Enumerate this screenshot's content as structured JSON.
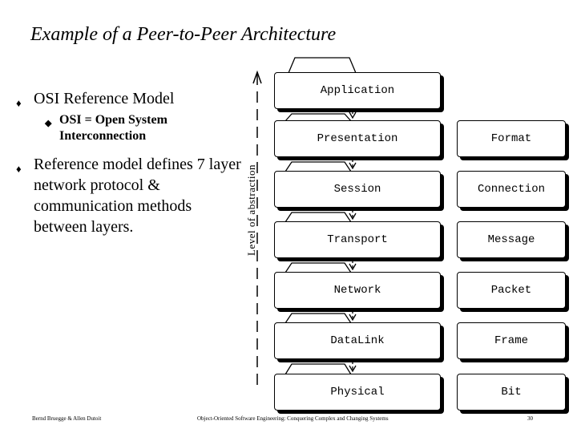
{
  "slide": {
    "title": "Example of a Peer-to-Peer Architecture",
    "bullets": [
      {
        "level": 1,
        "text": "OSI Reference Model"
      },
      {
        "level": 2,
        "text": "OSI = Open System Interconnection"
      },
      {
        "level": 1,
        "text": "Reference model defines 7 layer network protocol & communication methods between layers."
      }
    ],
    "axis_label": "Level of abstraction",
    "layers": [
      "Application",
      "Presentation",
      "Session",
      "Transport",
      "Network",
      "DataLink",
      "Physical"
    ],
    "units": [
      "Format",
      "Connection",
      "Message",
      "Packet",
      "Frame",
      "Bit"
    ],
    "footer": {
      "left": "Bernd Bruegge & Allen Dutoit",
      "center": "Object-Oriented Software Engineering: Conquering Complex and Changing Systems",
      "right": "30"
    }
  }
}
